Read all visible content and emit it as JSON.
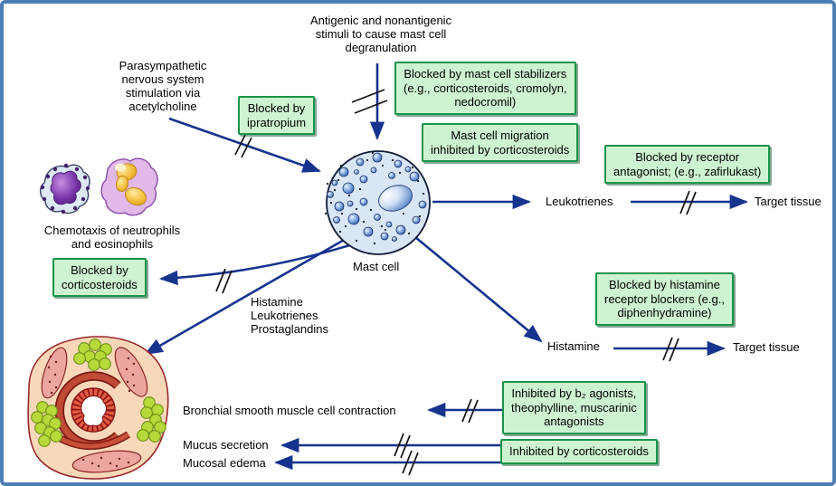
{
  "labels": {
    "antigenic_stimuli": "Antigenic and nonantigenic\nstimuli to cause mast cell\ndegranulation",
    "parasympathetic": "Parasympathetic\nnervous system\nstimulation via\nacetylcholine",
    "chemotaxis": "Chemotaxis of neutrophils\nand eosinophils",
    "mast_cell": "Mast cell",
    "mediators": "Histamine\nLeukotrienes\nProstaglandins",
    "leukotrienes": "Leukotrienes",
    "target_tissue_top": "Target tissue",
    "histamine": "Histamine",
    "target_tissue_bottom": "Target tissue",
    "bronchial_contraction": "Bronchial smooth muscle cell contraction",
    "mucus_secretion": "Mucus secretion",
    "mucosal_edema": "Mucosal edema"
  },
  "boxes": {
    "mast_cell_stabilizers": "Blocked by mast cell stabilizers\n(e.g., corticosteroids, cromolyn,\nnedocromil)",
    "ipratropium": "Blocked by\nipratropium",
    "mast_cell_migration": "Mast cell migration\ninhibited by corticosteroids",
    "receptor_antagonist": "Blocked by receptor\nantagonist; (e.g., zafirlukast)",
    "chemotaxis_blocked": "Blocked by\ncorticosteroids",
    "histamine_blockers": "Blocked by histamine\nreceptor blockers (e.g.,\ndiphenhydramine)",
    "b2_agonists": "Inhibited by b₂ agonists,\ntheophylline, muscarinic\nantagonists",
    "corticosteroids_secretion": "Inhibited by corticosteroids"
  },
  "colors": {
    "frame_border": "#4d7db5",
    "arrow": "#16338e",
    "slash": "#141414",
    "box_background": "#cdf3d1",
    "box_border": "#17944a",
    "mast_cell_fill": "#d9e6f6",
    "granule_blue": "#2b5cad",
    "neutrophil_nucleus": "#7a35ab",
    "eosinophil_nucleus": "#f0b425",
    "bronchiole_tissue": "#f9d8ba",
    "muscle_red": "#bf4a36",
    "gland_green": "#b7da3a"
  }
}
